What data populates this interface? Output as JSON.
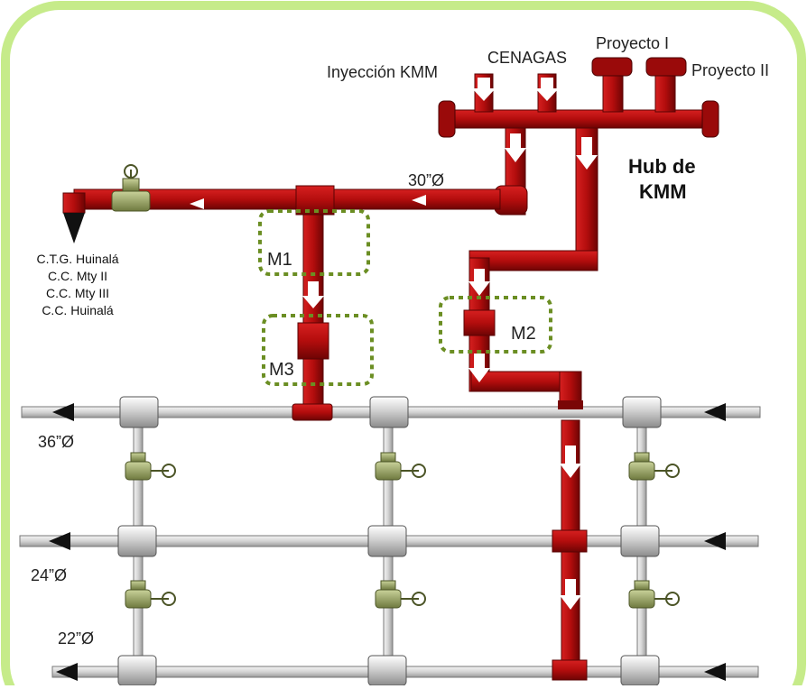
{
  "inputs": {
    "inyeccion": "Inyección KMM",
    "cenagas": "CENAGAS",
    "proyecto1": "Proyecto I",
    "proyecto2": "Proyecto II"
  },
  "hub": {
    "line1": "Hub de",
    "line2": "KMM"
  },
  "header_diameter": "30”Ø",
  "destinations": [
    "C.T.G. Huinalá",
    "C.C. Mty II",
    "C.C. Mty III",
    "C.C. Huinalá"
  ],
  "meters": {
    "m1": "M1",
    "m2": "M2",
    "m3": "M3"
  },
  "lines": {
    "l36": "36”Ø",
    "l24": "24”Ø",
    "l22": "22”Ø"
  },
  "colors": {
    "pipe_red": "#b30d0d",
    "pipe_dark": "#7a0606",
    "pipe_gray": "#d9d9d9",
    "valve_green": "#9aa56b",
    "meter_box": "#6b8e23",
    "frame_green": "#c6eb8a"
  }
}
